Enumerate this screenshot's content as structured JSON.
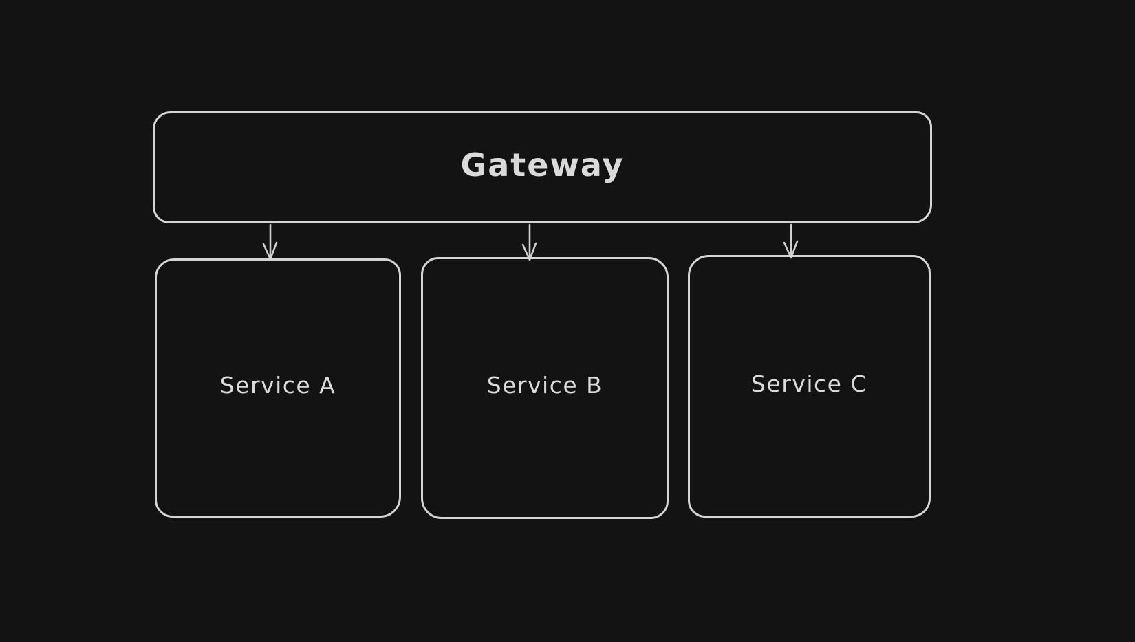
{
  "canvas": {
    "background_color": "#131313",
    "stroke_color": "#d4d4d4",
    "text_color": "#dadada"
  },
  "diagram": {
    "type": "architecture-flowchart",
    "nodes": [
      {
        "id": "gateway",
        "label": "Gateway",
        "shape": "rounded-rectangle"
      },
      {
        "id": "service-a",
        "label": "Service A",
        "shape": "rounded-rectangle"
      },
      {
        "id": "service-b",
        "label": "Service B",
        "shape": "rounded-rectangle"
      },
      {
        "id": "service-c",
        "label": "Service C",
        "shape": "rounded-rectangle"
      }
    ],
    "edges": [
      {
        "from": "gateway",
        "to": "service-a",
        "style": "arrow-down"
      },
      {
        "from": "gateway",
        "to": "service-b",
        "style": "arrow-down"
      },
      {
        "from": "gateway",
        "to": "service-c",
        "style": "arrow-down"
      }
    ]
  }
}
